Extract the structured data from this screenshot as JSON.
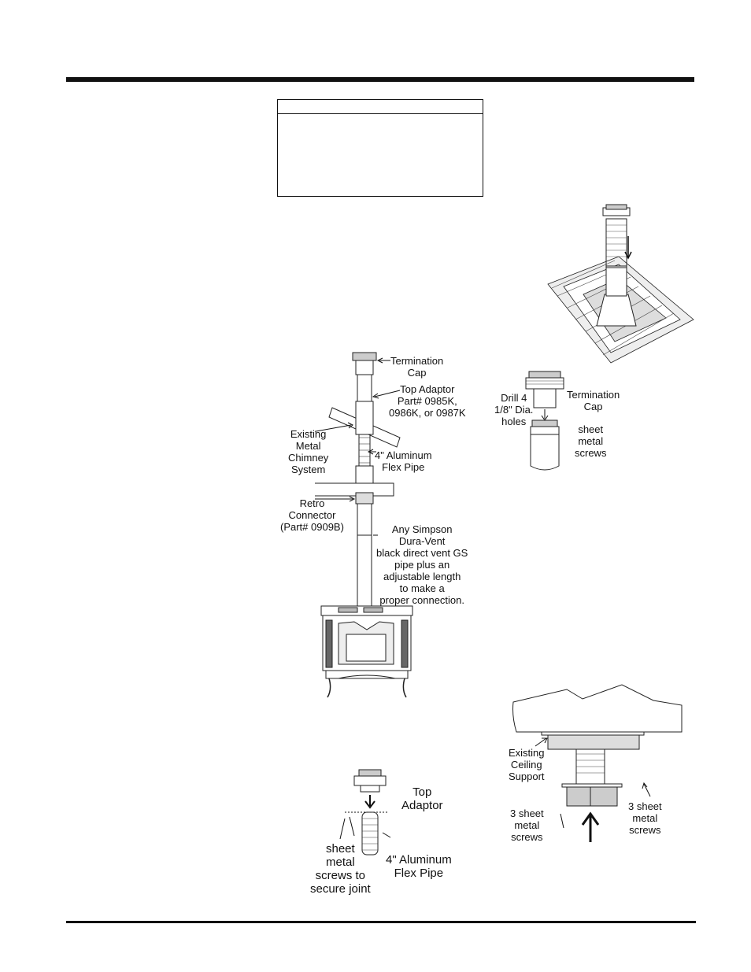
{
  "stove_figure": {
    "termination_cap": [
      "Termination",
      "Cap"
    ],
    "top_adaptor": [
      "Top Adaptor",
      "Part# 0985K,",
      "0986K, or 0987K"
    ],
    "existing_chimney": [
      "Existing",
      "Metal",
      "Chimney",
      "System"
    ],
    "aluminum_flex": [
      "4\" Aluminum",
      "Flex Pipe"
    ],
    "retro_connector": [
      "Retro",
      "Connector",
      "(Part# 0909B)"
    ],
    "simpson_pipe": [
      "Any Simpson",
      "Dura-Vent",
      "black direct vent GS",
      "pipe plus an",
      "adjustable length",
      "to make a",
      "proper connection."
    ]
  },
  "cap_detail": {
    "drill": [
      "Drill 4",
      "1/8\" Dia.",
      "holes"
    ],
    "termination_cap": [
      "Termination",
      "Cap"
    ],
    "screws": [
      "sheet",
      "metal",
      "screws"
    ]
  },
  "adaptor_detail": {
    "top_adaptor": [
      "Top",
      "Adaptor"
    ],
    "screws": [
      "sheet",
      "metal",
      "screws to",
      "secure joint"
    ],
    "aluminum_flex": [
      "4\" Aluminum",
      "Flex Pipe"
    ]
  },
  "ceiling_detail": {
    "ceiling_support": [
      "Existing",
      "Ceiling",
      "Support"
    ],
    "screws_left": [
      "3 sheet",
      "metal",
      "screws"
    ],
    "screws_right": [
      "3 sheet",
      "metal",
      "screws"
    ]
  }
}
